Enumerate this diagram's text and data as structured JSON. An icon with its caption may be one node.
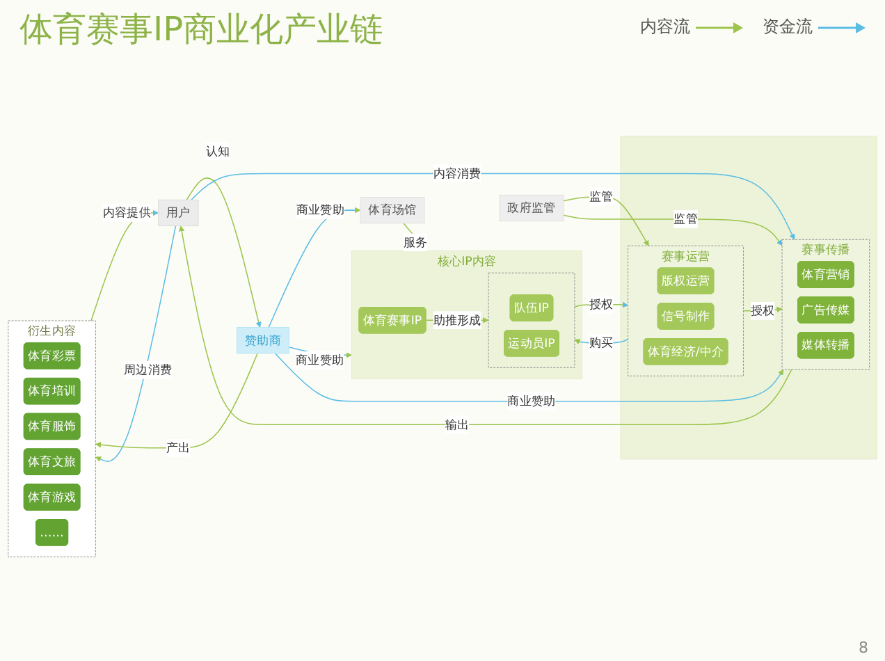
{
  "diagram": {
    "title": "体育赛事IP商业化产业链",
    "nodes": [
      {
        "text": [
          "核心IP内容"
        ]
      },
      {
        "text": [
          "体育赛事IP"
        ],
        "in": 0
      },
      {
        "text": [],
        "shape": "box",
        "in": 0
      },
      {
        "text": [
          "队伍IP"
        ],
        "in": 2
      },
      {
        "text": [
          "运动员IP"
        ],
        "in": 2
      },
      {
        "text": [],
        "shape": "box"
      },
      {
        "text": [
          "赛事运营"
        ],
        "in": 5
      },
      {
        "text": [
          "版权运营"
        ],
        "in": 6
      },
      {
        "text": [
          "信号制作"
        ],
        "in": 6
      },
      {
        "text": [
          "体育经济/中介"
        ],
        "in": 6
      },
      {
        "text": [
          "赛事传播"
        ],
        "in": 5
      },
      {
        "text": [
          "体育营销"
        ],
        "in": 10
      },
      {
        "text": [
          "广告传媒"
        ],
        "in": 10
      },
      {
        "text": [
          "媒体转播"
        ],
        "in": 10
      },
      {
        "text": [
          "用户"
        ]
      },
      {
        "text": [
          "衍生内容"
        ]
      },
      {
        "text": [
          "体育彩票"
        ],
        "in": 15
      },
      {
        "text": [
          "体育培训"
        ],
        "in": 15
      },
      {
        "text": [
          "体育服饰"
        ],
        "in": 15
      },
      {
        "text": [
          "体育文旅"
        ],
        "in": 15
      },
      {
        "text": [
          "体育游戏"
        ],
        "in": 15
      },
      {
        "text": [
          "……"
        ],
        "in": 15
      },
      {
        "text": [
          "体育场馆"
        ]
      },
      {
        "text": [
          "政府监管"
        ]
      },
      {
        "text": [
          "赞助商"
        ]
      }
    ],
    "edges": [
      {
        "from": 1,
        "to": 2,
        "arrow": "to",
        "label": "助推形成"
      },
      {
        "from": 6,
        "to": 2,
        "arrow": "to",
        "label": "购买",
        "color": "#5bbde4"
      },
      {
        "from": 2,
        "to": 6,
        "arrow": "to",
        "label": "授权"
      },
      {
        "from": 6,
        "to": 10,
        "arrow": "to",
        "label": "授权"
      },
      {
        "from": 14,
        "to": 10,
        "arrow": "to",
        "label": "内容消费",
        "color": "#5bbde4"
      },
      {
        "from": 10,
        "to": 14,
        "arrow": "to",
        "label": "输出"
      },
      {
        "from": 14,
        "to": 15,
        "arrow": "to",
        "label": "周边消费",
        "color": "#5bbde4"
      },
      {
        "from": 15,
        "to": 14,
        "arrow": "to",
        "label": "内容提供"
      },
      {
        "from": 22,
        "to": 0,
        "arrow": "to",
        "label": "服务"
      },
      {
        "from": 24,
        "to": 0,
        "arrow": "to",
        "label": "商业赞助",
        "color": "#5bbde4"
      },
      {
        "from": 24,
        "to": 22,
        "arrow": "to",
        "label": "商业赞助",
        "color": "#5bbde4"
      },
      {
        "from": 23,
        "to": 6,
        "arrow": "to",
        "label": "监管"
      },
      {
        "from": 23,
        "to": 10,
        "arrow": "to",
        "label": "监管"
      },
      {
        "from": 24,
        "to": 10,
        "arrow": "to",
        "label": "商业赞助",
        "color": "#5bbde4"
      },
      {
        "from": 14,
        "to": 24,
        "arrow": "to",
        "label": "认知"
      },
      {
        "from": 24,
        "to": 15,
        "arrow": "to",
        "label": "产出"
      }
    ],
    "labels": [
      "8"
    ],
    "legend": [
      {
        "text": "内容流"
      },
      {
        "text": "资金流"
      }
    ]
  }
}
